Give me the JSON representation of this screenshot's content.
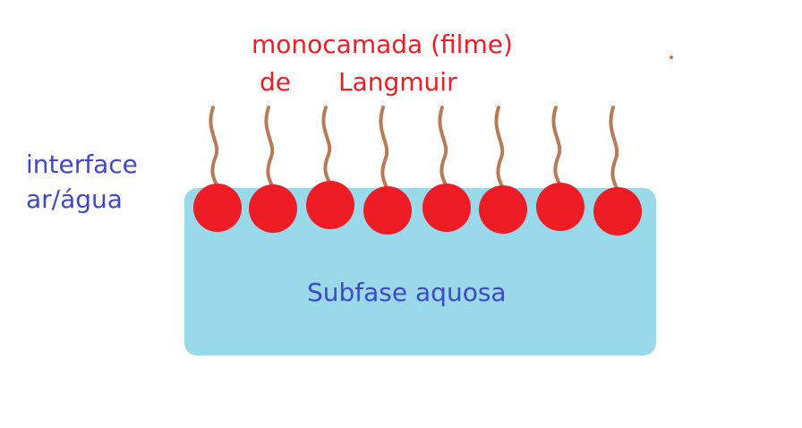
{
  "title": {
    "line1": "monocamada (filme)",
    "line2_left": "de",
    "line2_right": "Langmuir"
  },
  "side_label": {
    "line1": "interface",
    "line2": "ar/água"
  },
  "subphase_label": "Subfase aquosa",
  "molecule_count": 8,
  "colors": {
    "title_text": "#ee1c24",
    "blue_text": "#3f48cc",
    "subphase_fill": "#99d9ea",
    "head_fill": "#ee1c24",
    "tail_stroke": "#b97a57"
  }
}
